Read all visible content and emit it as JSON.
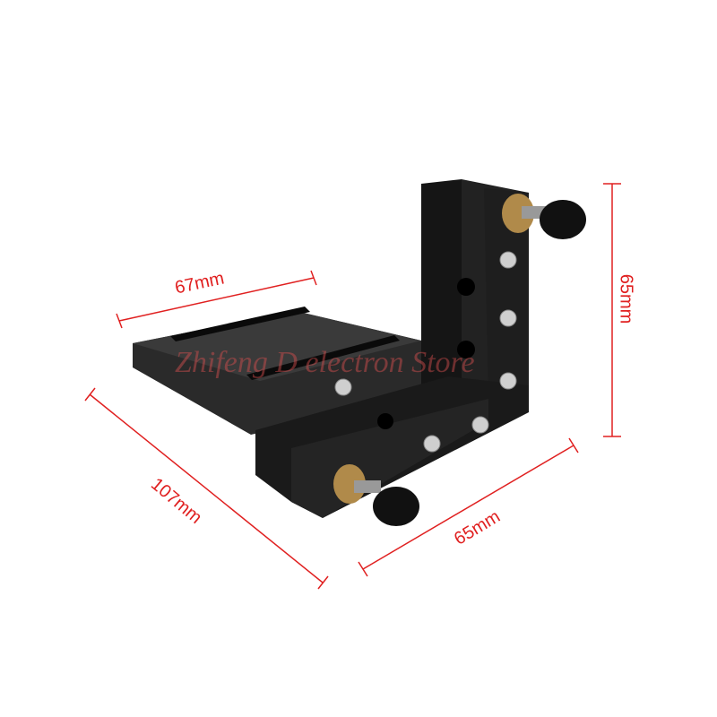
{
  "dimensions": {
    "top_width": "67mm",
    "height": "65mm",
    "length": "107mm",
    "bottom_width": "65mm"
  },
  "watermark": "Zhifeng D electron Store",
  "colors": {
    "dimension_line": "#e02020",
    "metal": "#1a1a1a",
    "brass": "#b08a4a"
  }
}
